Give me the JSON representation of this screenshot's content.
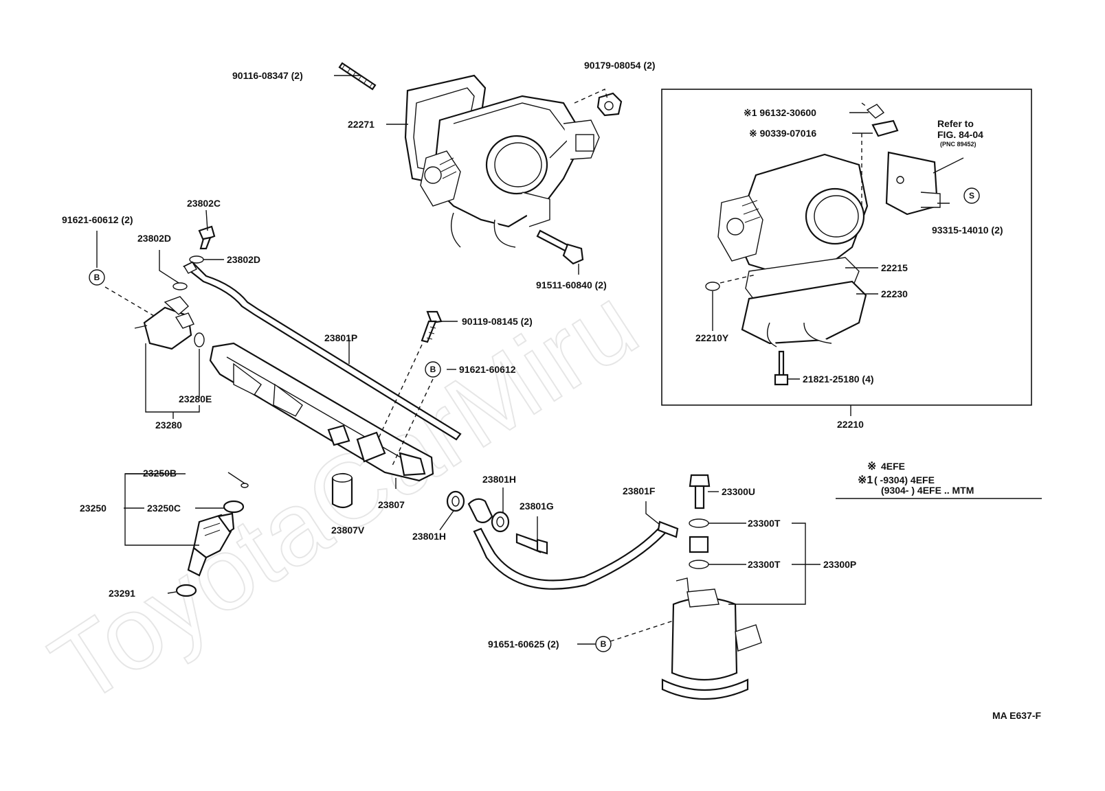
{
  "watermark": "ToyotaCarMiru",
  "diagram_code": "MA E637-F",
  "legend": {
    "line1_mark": "※",
    "line1_text": "4EFE",
    "line2_mark": "※1",
    "line2_text": "(        -9304) 4EFE",
    "line3_text": "(9304-        ) 4EFE .. MTM"
  },
  "refer": {
    "line1": "Refer to",
    "line2": "FIG. 84-04",
    "line3": "(PNC 89452)"
  },
  "markers": {
    "b": "B",
    "s": "S"
  },
  "labels": {
    "p_90116_08347": "90116-08347 (2)",
    "p_90179_08054": "90179-08054 (2)",
    "p_22271": "22271",
    "p_23802c": "23802C",
    "p_91621_60612_2": "91621-60612 (2)",
    "p_23802d_a": "23802D",
    "p_23802d_b": "23802D",
    "p_91511_60840": "91511-60840 (2)",
    "p_90119_08145": "90119-08145 (2)",
    "p_23801p": "23801P",
    "p_91621_60612": "91621-60612",
    "p_23280e": "23280E",
    "p_23280": "23280",
    "p_23250b": "23250B",
    "p_23250": "23250",
    "p_23250c": "23250C",
    "p_23807": "23807",
    "p_23807v": "23807V",
    "p_23801h_a": "23801H",
    "p_23801h_b": "23801H",
    "p_23801g": "23801G",
    "p_23801f": "23801F",
    "p_23300u": "23300U",
    "p_23300t_a": "23300T",
    "p_23300t_b": "23300T",
    "p_23300p": "23300P",
    "p_23291": "23291",
    "p_91651_60625": "91651-60625 (2)",
    "p_96132_30600": "※1 96132-30600",
    "p_90339_07016": "※ 90339-07016",
    "p_93315_14010": "93315-14010 (2)",
    "p_22215": "22215",
    "p_22230": "22230",
    "p_22210y": "22210Y",
    "p_21821_25180": "21821-25180 (4)",
    "p_22210": "22210"
  }
}
